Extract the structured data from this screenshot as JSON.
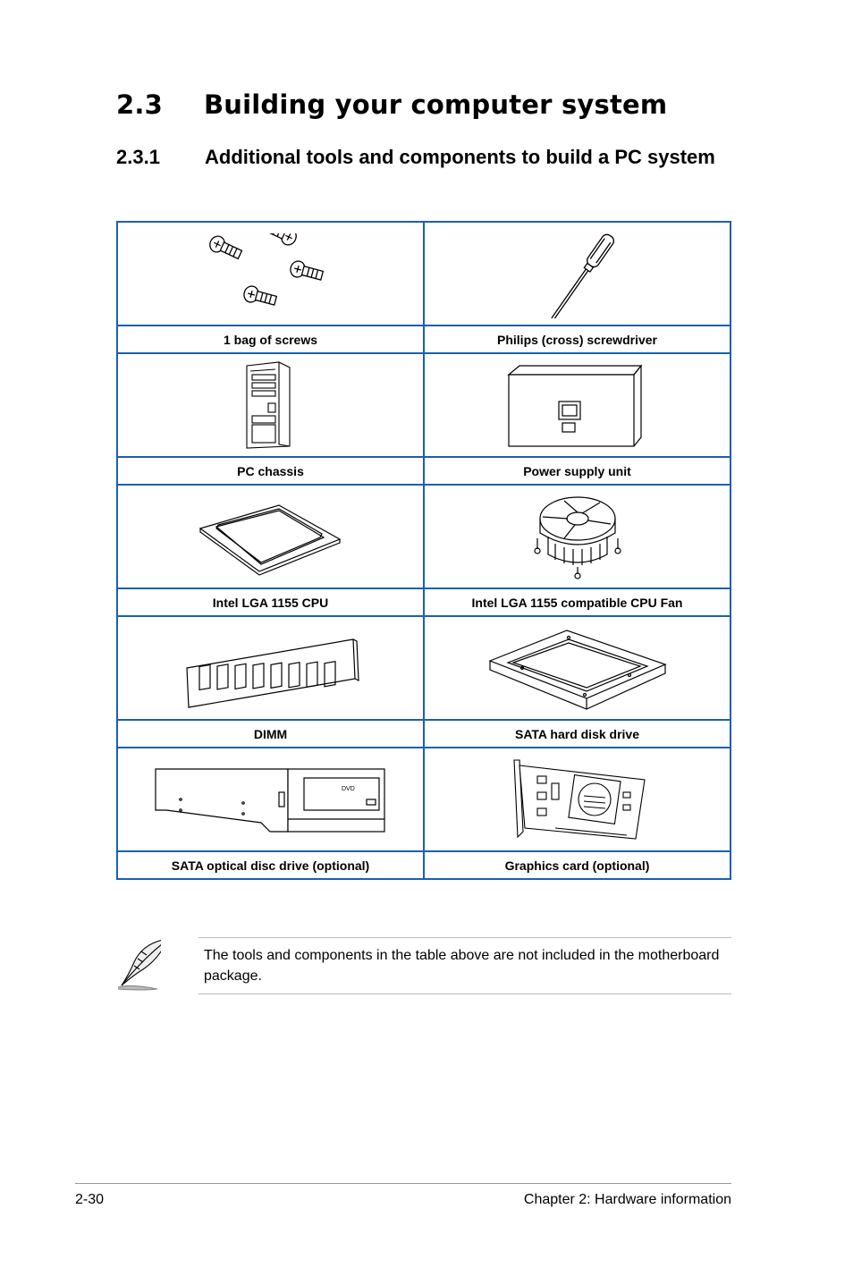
{
  "heading": {
    "number": "2.3",
    "title": "Building your computer system"
  },
  "subheading": {
    "number": "2.3.1",
    "title": "Additional tools and components to build a PC system"
  },
  "items": [
    {
      "label": "1 bag of screws",
      "icon": "screws-icon"
    },
    {
      "label": "Philips (cross) screwdriver",
      "icon": "screwdriver-icon"
    },
    {
      "label": "PC chassis",
      "icon": "pc-chassis-icon"
    },
    {
      "label": "Power supply unit",
      "icon": "power-supply-icon"
    },
    {
      "label": "Intel LGA 1155 CPU",
      "icon": "cpu-icon"
    },
    {
      "label": "Intel LGA 1155 compatible CPU Fan",
      "icon": "cpu-fan-icon"
    },
    {
      "label": "DIMM",
      "icon": "dimm-icon"
    },
    {
      "label": "SATA hard disk drive",
      "icon": "hard-disk-icon"
    },
    {
      "label": "SATA optical disc drive (optional)",
      "icon": "optical-drive-icon"
    },
    {
      "label": "Graphics card (optional)",
      "icon": "graphics-card-icon"
    }
  ],
  "note": {
    "text": "The tools and components in the table above are not included in the motherboard package.",
    "icon": "note-quill-icon"
  },
  "footer": {
    "page_number": "2-30",
    "chapter": "Chapter 2: Hardware information"
  },
  "colors": {
    "table_border": "#1b5fb3"
  }
}
